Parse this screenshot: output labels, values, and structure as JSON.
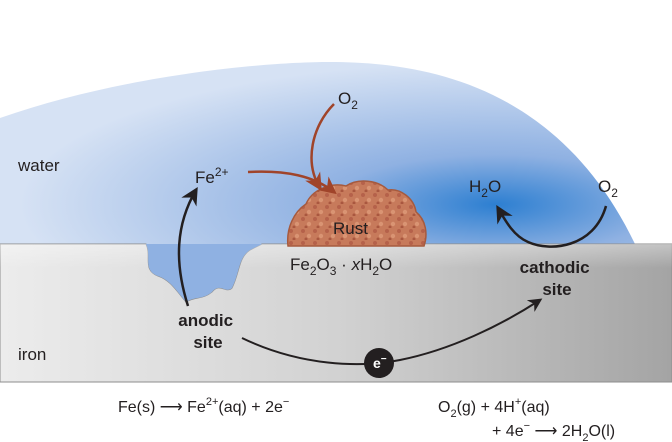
{
  "labels": {
    "water": "water",
    "iron": "iron",
    "rust": "Rust",
    "anodic_line1": "anodic",
    "anodic_line2": "site",
    "cathodic_line1": "cathodic",
    "cathodic_line2": "site",
    "electron": "e",
    "electron_sup": "−"
  },
  "species": {
    "fe2_base": "Fe",
    "fe2_sup": "2+",
    "o2_top_base": "O",
    "o2_top_sub": "2",
    "h2o_h": "H",
    "h2o_sub": "2",
    "h2o_o": "O",
    "o2_right_base": "O",
    "o2_right_sub": "2"
  },
  "rust_formula": {
    "fe": "Fe",
    "fe_sub": "2",
    "o": "O",
    "o_sub": "3",
    "dot": " · ",
    "x": "x",
    "h": "H",
    "h_sub": "2",
    "o2": "O"
  },
  "equations": {
    "anode": {
      "p1": "Fe(s) ⟶ Fe",
      "sup": "2+",
      "p2": "(aq) + 2e",
      "sup2": "−"
    },
    "cathode_line1": {
      "p1": "O",
      "sub": "2",
      "p2": "(g) + 4H",
      "sup": "+",
      "p3": "(aq)"
    },
    "cathode_line2": {
      "p1": "+ 4e",
      "sup": "−",
      "p2": " ⟶ 2H",
      "sub": "2",
      "p3": "O(l)"
    }
  },
  "colors": {
    "water_light": "#c9d9f1",
    "water_mid": "#8fb1e2",
    "water_dark": "#2d7fd1",
    "iron_light": "#e4e4e4",
    "iron_dark": "#9a9a9a",
    "rust": "#c8785a",
    "rust_dark": "#a65a3e",
    "arrow_brown": "#a0442a",
    "arrow_black": "#231f20"
  }
}
